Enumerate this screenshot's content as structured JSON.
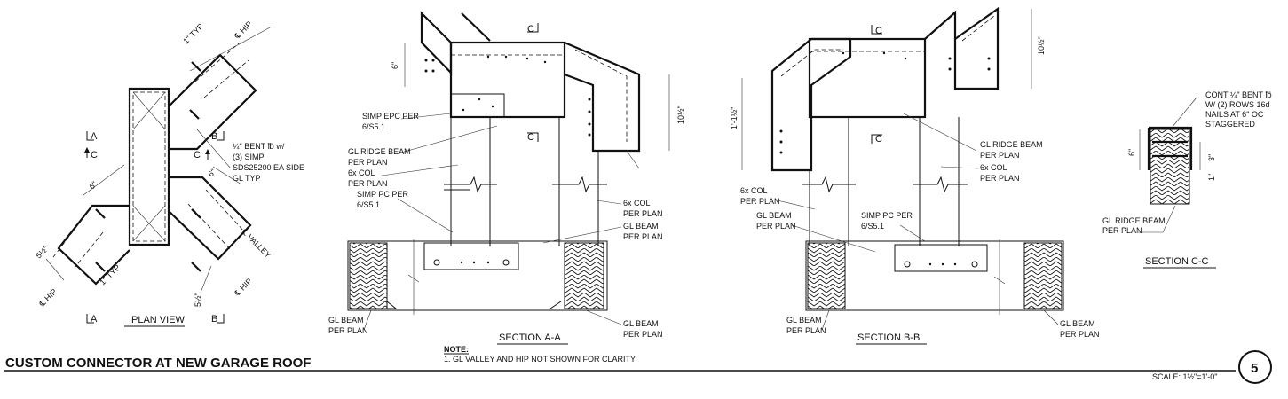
{
  "title": "CUSTOM CONNECTOR AT NEW GARAGE ROOF",
  "detail_number": "5",
  "scale": "SCALE: 1½\"=1'-0\"",
  "note": {
    "heading": "NOTE:",
    "text": "1. GL VALLEY AND HIP NOT SHOWN FOR CLARITY"
  },
  "plan_view": {
    "caption": "PLAN VIEW",
    "section_marks": {
      "a": "A",
      "b": "B",
      "c": "C"
    },
    "dims": {
      "typ_top": "1\" TYP",
      "typ_bottom": "1\" TYP",
      "six_left": "6\"",
      "six_right": "6\"",
      "five_left": "5½\"",
      "five_right": "5½\""
    },
    "labels": {
      "hip_top": "℄ HIP",
      "hip_left": "℄ HIP",
      "hip_right": "℄ HIP",
      "valley": "℄ VALLEY"
    },
    "plate_callout": [
      "¼\" BENT ℔ w/",
      "(3) SIMP",
      "SDS25200 EA SIDE",
      "GL TYP"
    ]
  },
  "section_a": {
    "caption": "SECTION A-A",
    "dim_left": "6\"",
    "dim_right": "10½\"",
    "cut_marks": {
      "c": "C"
    },
    "callouts": {
      "epc": [
        "SIMP EPC PER",
        "6/S5.1"
      ],
      "ridge": [
        "GL RIDGE BEAM",
        "PER PLAN"
      ],
      "col_left": [
        "6x COL",
        "PER PLAN"
      ],
      "pc": [
        "SIMP PC PER",
        "6/S5.1"
      ],
      "col_right": [
        "6x COL",
        "PER PLAN"
      ],
      "beam_right": [
        "GL BEAM",
        "PER PLAN"
      ],
      "beam_bottom_left": [
        "GL BEAM",
        "PER PLAN"
      ],
      "beam_bottom_right": [
        "GL BEAM",
        "PER PLAN"
      ]
    }
  },
  "section_b": {
    "caption": "SECTION B-B",
    "dim_left": "1'-1½\"",
    "dim_right": "10½\"",
    "cut_marks": {
      "c": "C"
    },
    "callouts": {
      "ridge": [
        "GL RIDGE BEAM",
        "PER PLAN"
      ],
      "col_right": [
        "6x COL",
        "PER PLAN"
      ],
      "col_left": [
        "6x COL",
        "PER PLAN"
      ],
      "beam": [
        "GL BEAM",
        "PER PLAN"
      ],
      "pc": [
        "SIMP PC PER",
        "6/S5.1"
      ],
      "beam_bottom_left": [
        "GL BEAM",
        "PER PLAN"
      ],
      "beam_bottom_right": [
        "GL BEAM",
        "PER PLAN"
      ]
    }
  },
  "section_c": {
    "caption": "SECTION C-C",
    "dim_six": "6\"",
    "dim_three": "3\"",
    "dim_one": "1\"",
    "callout_plate": [
      "CONT ¼\" BENT ℔",
      "W/ (2) ROWS 16d",
      "NAILS AT 6\" OC",
      "STAGGERED"
    ],
    "callout_ridge": [
      "GL RIDGE BEAM",
      "PER PLAN"
    ]
  }
}
